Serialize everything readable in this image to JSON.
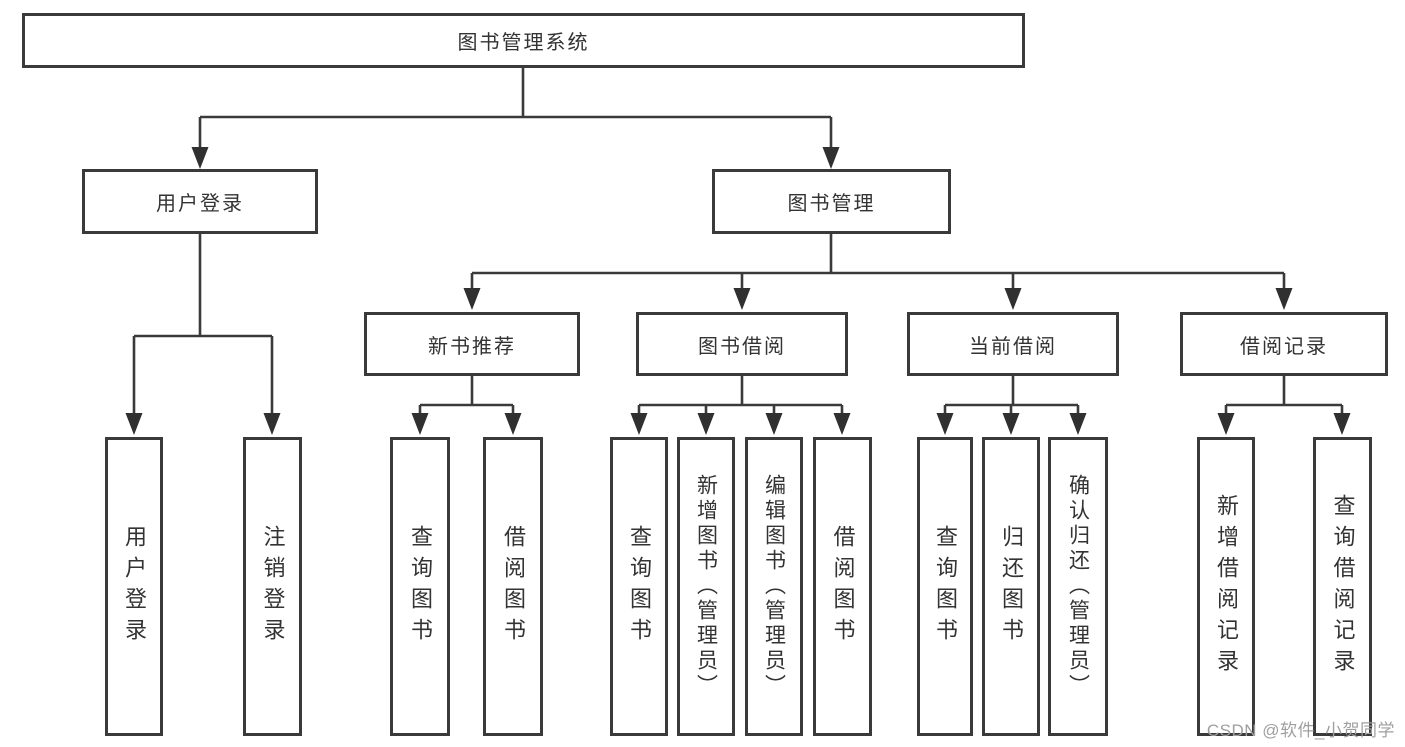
{
  "diagram": {
    "root": {
      "label": "图书管理系统"
    },
    "branches": [
      {
        "label": "用户登录",
        "children": [
          {
            "label": "用户登录"
          },
          {
            "label": "注销登录"
          }
        ]
      },
      {
        "label": "图书管理",
        "sections": [
          {
            "label": "新书推荐",
            "children": [
              {
                "label": "查询图书"
              },
              {
                "label": "借阅图书"
              }
            ]
          },
          {
            "label": "图书借阅",
            "children": [
              {
                "label": "查询图书"
              },
              {
                "label": "新增图书（管理员）"
              },
              {
                "label": "编辑图书（管理员）"
              },
              {
                "label": "借阅图书"
              }
            ]
          },
          {
            "label": "当前借阅",
            "children": [
              {
                "label": "查询图书"
              },
              {
                "label": "归还图书"
              },
              {
                "label": "确认归还（管理员）"
              }
            ]
          },
          {
            "label": "借阅记录",
            "children": [
              {
                "label": "新增借阅记录"
              },
              {
                "label": "查询借阅记录"
              }
            ]
          }
        ]
      }
    ]
  },
  "watermark": {
    "text": "CSDN @软件_小贺同学"
  },
  "colors": {
    "line": "#3a3a3a",
    "text": "#333333",
    "background": "#ffffff",
    "watermark": "#9f9f9f"
  }
}
